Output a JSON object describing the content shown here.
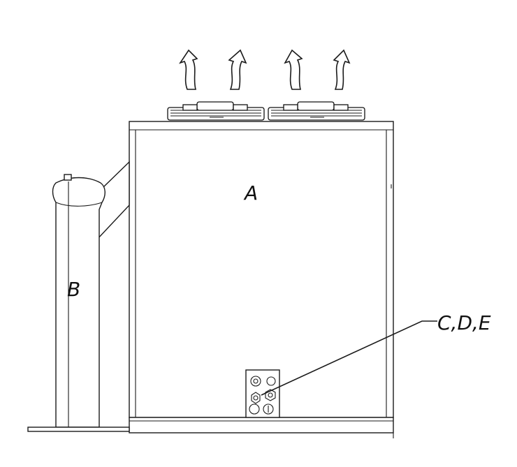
{
  "diagram": {
    "labels": {
      "unit": "A",
      "column": "B",
      "connections": "C,D,E"
    },
    "fans": {
      "count": 2,
      "airflow_arrows": 4
    },
    "colors": {
      "line": "#1a1a1a",
      "background": "#ffffff"
    }
  }
}
